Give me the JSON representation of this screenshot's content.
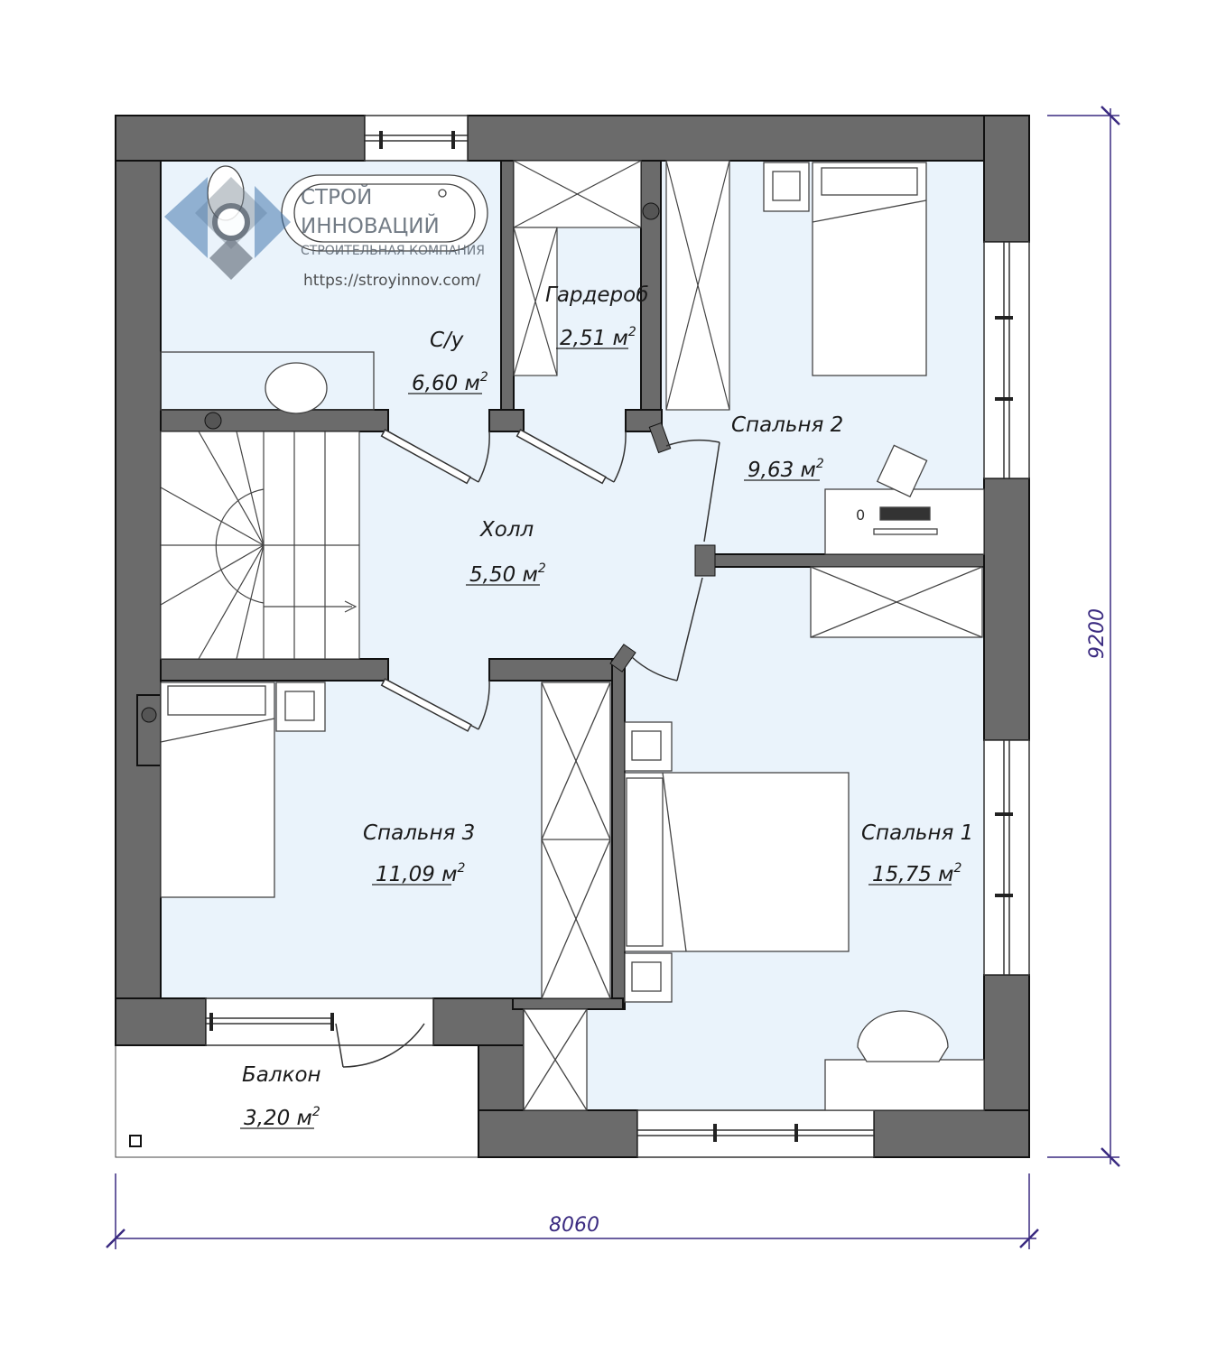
{
  "rooms": [
    {
      "name": "С/у",
      "area": "6,60 м"
    },
    {
      "name": "Гардероб",
      "area": "2,51 м"
    },
    {
      "name": "Спальня 2",
      "area": "9,63 м"
    },
    {
      "name": "Холл",
      "area": "5,50 м"
    },
    {
      "name": "Спальня 3",
      "area": "11,09 м"
    },
    {
      "name": "Спальня 1",
      "area": "15,75 м"
    },
    {
      "name": "Балкон",
      "area": "3,20 м"
    }
  ],
  "area_unit_power": "2",
  "dimensions": {
    "width": "8060",
    "height": "9200"
  },
  "logo": {
    "line1": "СТРОЙ",
    "line2": "ИННОВАЦИЙ",
    "line3": "СТРОИТЕЛЬНАЯ КОМПАНИЯ",
    "url": "https://stroyinnov.com/"
  },
  "furniture": {
    "desk_label": "0"
  },
  "colors": {
    "wall": "#6b6b6b",
    "floor": "#eaf3fb",
    "dimension": "#3a2a80"
  }
}
